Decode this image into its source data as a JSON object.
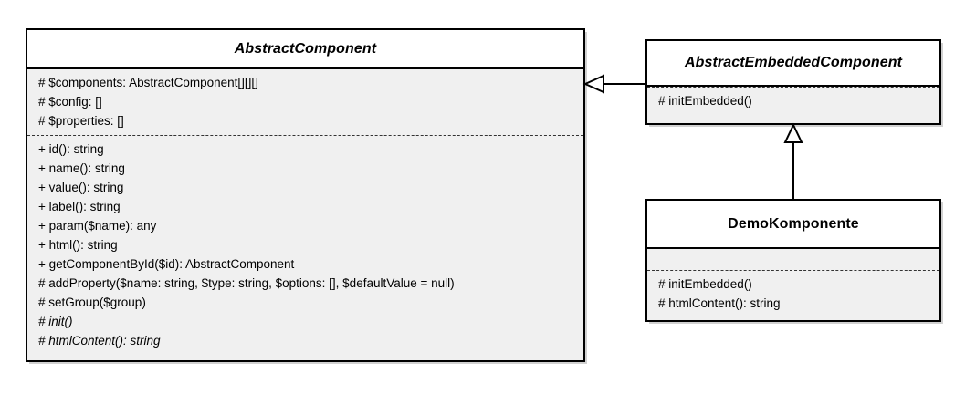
{
  "diagram": {
    "type": "uml-class-diagram",
    "classes": [
      {
        "id": "abstract-component",
        "name": "AbstractComponent",
        "is_abstract": true,
        "attributes": [
          {
            "text": "# $components: AbstractComponent[][][]",
            "visibility": "protected",
            "abstract": false
          },
          {
            "text": "# $config: []",
            "visibility": "protected",
            "abstract": false
          },
          {
            "text": "# $properties: []",
            "visibility": "protected",
            "abstract": false
          }
        ],
        "methods": [
          {
            "text": "+ id(): string",
            "visibility": "public",
            "abstract": false
          },
          {
            "text": "+ name(): string",
            "visibility": "public",
            "abstract": false
          },
          {
            "text": "+ value(): string",
            "visibility": "public",
            "abstract": false
          },
          {
            "text": "+ label(): string",
            "visibility": "public",
            "abstract": false
          },
          {
            "text": "+ param($name): any",
            "visibility": "public",
            "abstract": false
          },
          {
            "text": "+ html(): string",
            "visibility": "public",
            "abstract": false
          },
          {
            "text": "+ getComponentById($id): AbstractComponent",
            "visibility": "public",
            "abstract": false
          },
          {
            "text": "# addProperty($name: string, $type: string, $options: [], $defaultValue = null)",
            "visibility": "protected",
            "abstract": false
          },
          {
            "text": "# setGroup($group)",
            "visibility": "protected",
            "abstract": false
          },
          {
            "text": "# init()",
            "visibility": "protected",
            "abstract": true
          },
          {
            "text": "# htmlContent(): string",
            "visibility": "protected",
            "abstract": true
          }
        ]
      },
      {
        "id": "abstract-embedded-component",
        "name": "AbstractEmbeddedComponent",
        "is_abstract": true,
        "attributes": [],
        "methods": [
          {
            "text": "# initEmbedded()",
            "visibility": "protected",
            "abstract": false
          }
        ]
      },
      {
        "id": "demo-komponente",
        "name": "DemoKomponente",
        "is_abstract": false,
        "attributes": [],
        "methods": [
          {
            "text": "# initEmbedded()",
            "visibility": "protected",
            "abstract": false
          },
          {
            "text": "# htmlContent(): string",
            "visibility": "protected",
            "abstract": false
          }
        ]
      }
    ],
    "relationships": [
      {
        "id": "gen-embedded-to-component",
        "type": "generalization",
        "source": "AbstractEmbeddedComponent",
        "target": "AbstractComponent",
        "arrow": "hollow-triangle",
        "direction": "left"
      },
      {
        "id": "gen-demo-to-embedded",
        "type": "generalization",
        "source": "DemoKomponente",
        "target": "AbstractEmbeddedComponent",
        "arrow": "hollow-triangle",
        "direction": "up"
      }
    ],
    "colors": {
      "border": "#000000",
      "header_fill": "#ffffff",
      "body_fill": "#f0f0f0",
      "text": "#000000",
      "separator": "#333333",
      "canvas": "#ffffff"
    }
  }
}
